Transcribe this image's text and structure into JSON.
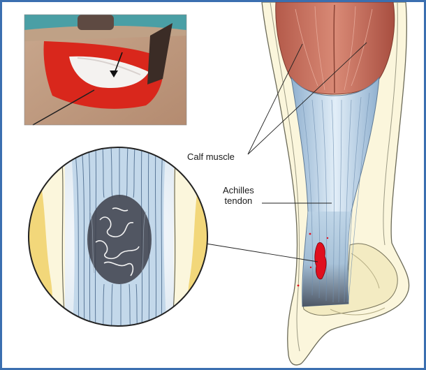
{
  "labels": {
    "calf_muscle": "Calf muscle",
    "achilles_line1": "Achilles",
    "achilles_line2": "tendon"
  },
  "colors": {
    "frame_border": "#3b6fb0",
    "muscle": "#c8705e",
    "tendon": "#bcd3e6",
    "skin": "#fbf6dc",
    "fat": "#f2d77a",
    "rupture": "#e00f1e",
    "surgical_blood": "#d9271c"
  },
  "icons": {
    "surgery_photo": "surgical-photo-icon",
    "magnified_view": "magnifier-circle-icon",
    "rupture_site": "tear-icon"
  }
}
